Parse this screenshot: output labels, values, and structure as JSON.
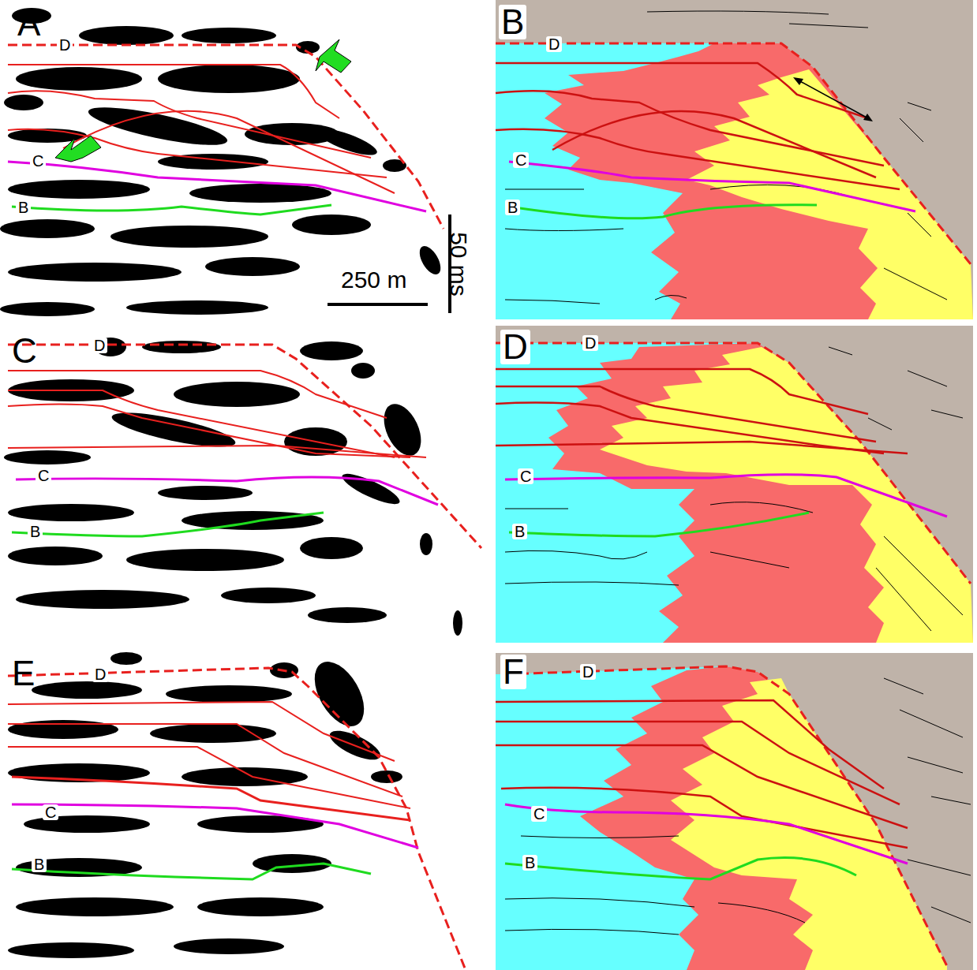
{
  "diagram": {
    "labels": [
      "A",
      "D",
      "C",
      "B",
      "250 m",
      "50 ms",
      "B",
      "D",
      "C",
      "B",
      "C",
      "D",
      "C",
      "B",
      "D",
      "D",
      "C",
      "B",
      "E",
      "D",
      "C",
      "B",
      "F",
      "D",
      "C",
      "B"
    ]
  }
}
